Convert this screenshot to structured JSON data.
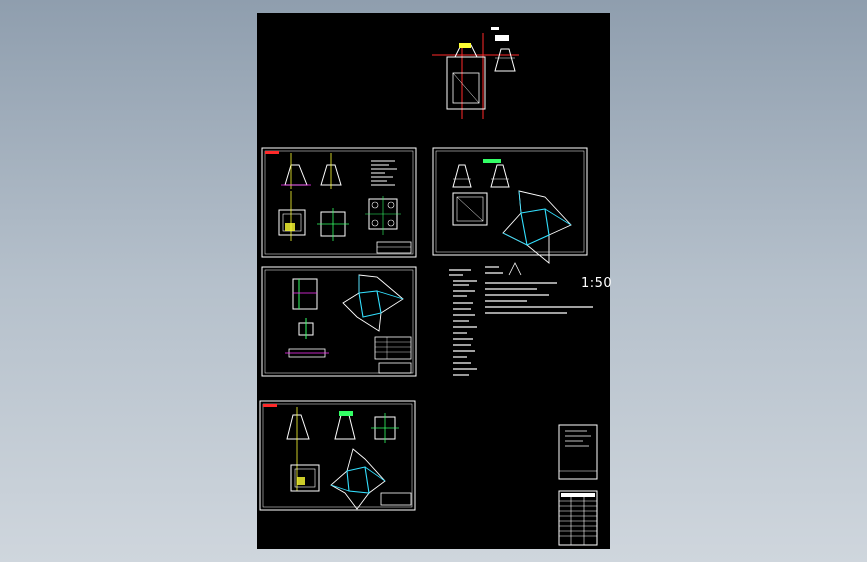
{
  "viewer": {
    "background_top": "#8f9eae",
    "background_bottom": "#cfd6dd",
    "sheet_color": "#000000"
  },
  "drawing": {
    "scale_label": "1:50",
    "line_colors": {
      "frame": "#ffffff",
      "outline": "#ffffff",
      "axis": "#ff2a2a",
      "rebar": "#ffff33",
      "edge": "#33e0ff",
      "dimension": "#ff33ff",
      "detail": "#33ff66"
    },
    "sheets": [
      {
        "name": "sheet-1",
        "views": [
          "elevation",
          "elevation",
          "plan",
          "plan",
          "plan"
        ]
      },
      {
        "name": "sheet-2",
        "views": [
          "elevation",
          "elevation",
          "plan",
          "isometric"
        ]
      },
      {
        "name": "sheet-3",
        "views": [
          "section",
          "section",
          "section",
          "isometric",
          "table"
        ]
      },
      {
        "name": "sheet-4",
        "views": [
          "elevation",
          "elevation",
          "plan",
          "plan",
          "isometric"
        ]
      }
    ]
  }
}
